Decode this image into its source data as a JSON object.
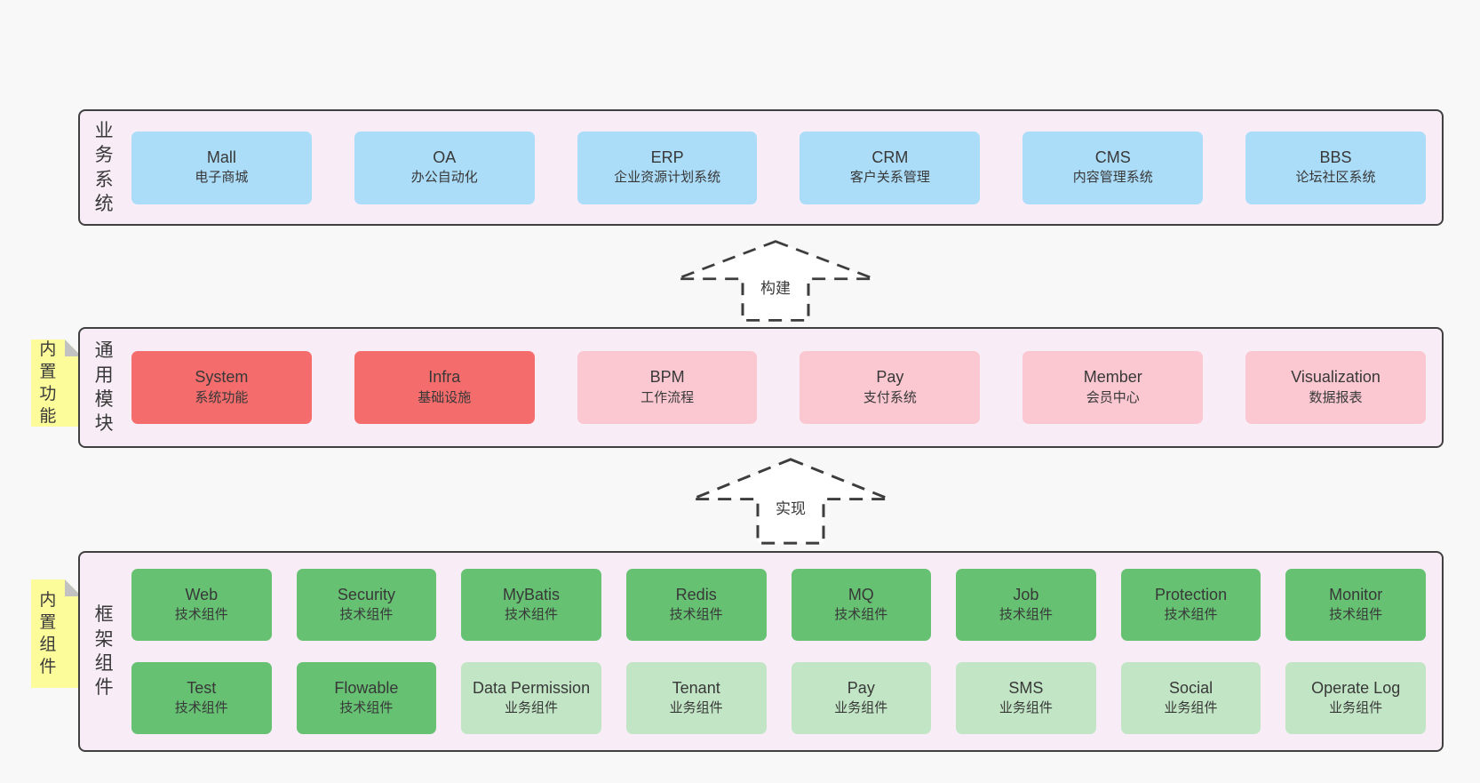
{
  "colors": {
    "page-bg": "#f8f8f8",
    "panel-bg": "#f8edf6",
    "panel-border": "#404040",
    "blue": "#abdcf8",
    "red": "#f56c6c",
    "pink": "#fbc8d2",
    "green": "#66c173",
    "light-green": "#c2e6c5",
    "yellow": "#fcfc9b",
    "fold": "#c2c2c2",
    "text": "#383838"
  },
  "arrows": {
    "build": "构建",
    "implement": "实现"
  },
  "business": {
    "side_label": "业务系统",
    "boxes": [
      {
        "name": "Mall",
        "desc": "电子商城"
      },
      {
        "name": "OA",
        "desc": "办公自动化"
      },
      {
        "name": "ERP",
        "desc": "企业资源计划系统"
      },
      {
        "name": "CRM",
        "desc": "客户关系管理"
      },
      {
        "name": "CMS",
        "desc": "内容管理系统"
      },
      {
        "name": "BBS",
        "desc": "论坛社区系统"
      }
    ]
  },
  "modules": {
    "sticky": "内置功能",
    "side_label": "通用模块",
    "boxes": [
      {
        "name": "System",
        "desc": "系统功能"
      },
      {
        "name": "Infra",
        "desc": "基础设施"
      },
      {
        "name": "BPM",
        "desc": "工作流程"
      },
      {
        "name": "Pay",
        "desc": "支付系统"
      },
      {
        "name": "Member",
        "desc": "会员中心"
      },
      {
        "name": "Visualization",
        "desc": "数据报表"
      }
    ]
  },
  "framework": {
    "sticky": "内置组件",
    "side_label": "框架组件",
    "row1": [
      {
        "name": "Web",
        "desc": "技术组件"
      },
      {
        "name": "Security",
        "desc": "技术组件"
      },
      {
        "name": "MyBatis",
        "desc": "技术组件"
      },
      {
        "name": "Redis",
        "desc": "技术组件"
      },
      {
        "name": "MQ",
        "desc": "技术组件"
      },
      {
        "name": "Job",
        "desc": "技术组件"
      },
      {
        "name": "Protection",
        "desc": "技术组件"
      },
      {
        "name": "Monitor",
        "desc": "技术组件"
      }
    ],
    "row2": [
      {
        "name": "Test",
        "desc": "技术组件"
      },
      {
        "name": "Flowable",
        "desc": "技术组件"
      },
      {
        "name": "Data Permission",
        "desc": "业务组件"
      },
      {
        "name": "Tenant",
        "desc": "业务组件"
      },
      {
        "name": "Pay",
        "desc": "业务组件"
      },
      {
        "name": "SMS",
        "desc": "业务组件"
      },
      {
        "name": "Social",
        "desc": "业务组件"
      },
      {
        "name": "Operate Log",
        "desc": "业务组件"
      }
    ]
  }
}
